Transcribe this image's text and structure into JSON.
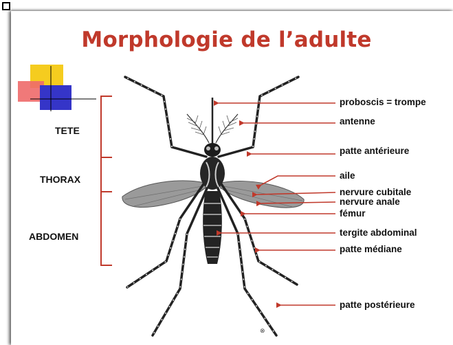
{
  "title": "Morphologie de l’adulte",
  "regions": [
    {
      "id": "tete",
      "label": "TETE"
    },
    {
      "id": "thorax",
      "label": "THORAX"
    },
    {
      "id": "abdomen",
      "label": "ABDOMEN"
    }
  ],
  "labels": [
    {
      "id": "proboscis",
      "text": "proboscis = trompe"
    },
    {
      "id": "antenne",
      "text": "antenne"
    },
    {
      "id": "patte-anterieure",
      "text": "patte antérieure"
    },
    {
      "id": "aile",
      "text": "aile"
    },
    {
      "id": "nervure-cubitale",
      "text": "nervure cubitale"
    },
    {
      "id": "nervure-anale",
      "text": "nervure anale"
    },
    {
      "id": "femur",
      "text": "fémur"
    },
    {
      "id": "tergite-abdominal",
      "text": "tergite abdominal"
    },
    {
      "id": "patte-mediane",
      "text": "patte médiane"
    },
    {
      "id": "patte-posterieure",
      "text": "patte postérieure"
    }
  ],
  "colors": {
    "title": "#c0392b",
    "bracket": "#c0392b",
    "arrow": "#c0392b"
  }
}
